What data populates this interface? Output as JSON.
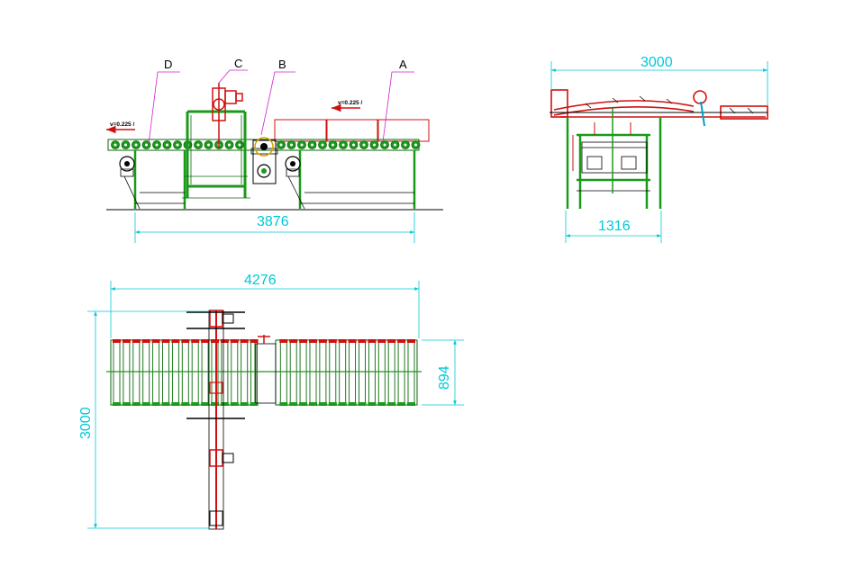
{
  "colors": {
    "frame": "#1a9a1a",
    "frame_dark": "#0a6a0a",
    "machine": "#d01010",
    "dimension": "#00c8d8",
    "leader": "#d020d0",
    "ink": "#000000"
  },
  "front_view": {
    "labels": [
      "D",
      "C",
      "B",
      "A"
    ],
    "speed_left": "v=0.225 /",
    "speed_right": "v=0.225 /",
    "dim_length": "3876"
  },
  "side_view": {
    "dim_top": "3000",
    "dim_bottom": "1316"
  },
  "top_view": {
    "dim_length": "4276",
    "dim_height": "3000",
    "dim_width": "894"
  }
}
